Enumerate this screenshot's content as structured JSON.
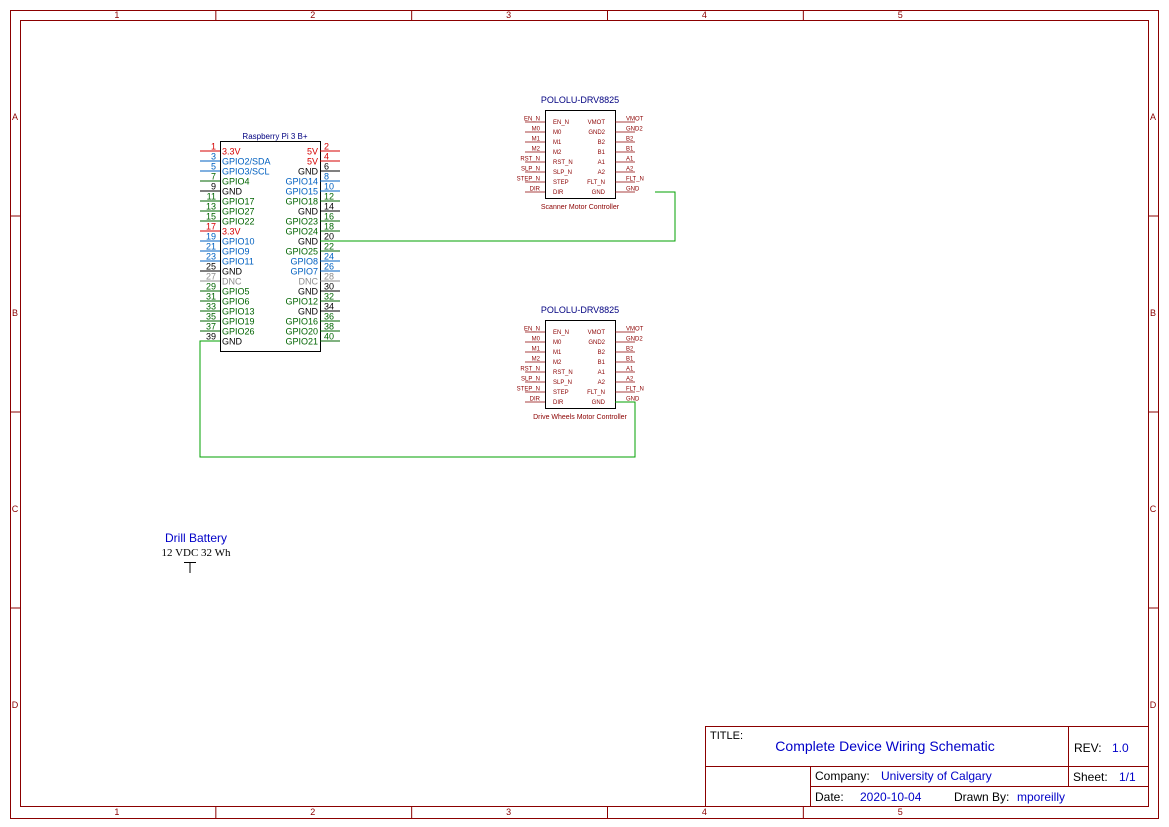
{
  "frame": {
    "columns": [
      "1",
      "2",
      "3",
      "4",
      "5"
    ],
    "rows": [
      "A",
      "B",
      "C",
      "D"
    ],
    "border_color": "#8b0000"
  },
  "colors": {
    "red": "#d40000",
    "blue": "#0060c0",
    "green": "#006400",
    "gray": "#8c8c8c",
    "black": "#000000",
    "wire": "#00a000",
    "component": "#8b0000",
    "title_blue": "#0000c8"
  },
  "rpi": {
    "title": "Raspberry Pi 3 B+",
    "pins": [
      {
        "num": "1",
        "label": "3.3V",
        "c": "red"
      },
      {
        "num": "2",
        "label": "5V",
        "c": "red"
      },
      {
        "num": "3",
        "label": "GPIO2/SDA",
        "c": "blue"
      },
      {
        "num": "4",
        "label": "5V",
        "c": "red"
      },
      {
        "num": "5",
        "label": "GPIO3/SCL",
        "c": "blue"
      },
      {
        "num": "6",
        "label": "GND",
        "c": "black"
      },
      {
        "num": "7",
        "label": "GPIO4",
        "c": "green"
      },
      {
        "num": "8",
        "label": "GPIO14",
        "c": "blue"
      },
      {
        "num": "9",
        "label": "GND",
        "c": "black"
      },
      {
        "num": "10",
        "label": "GPIO15",
        "c": "blue"
      },
      {
        "num": "11",
        "label": "GPIO17",
        "c": "green"
      },
      {
        "num": "12",
        "label": "GPIO18",
        "c": "green"
      },
      {
        "num": "13",
        "label": "GPIO27",
        "c": "green"
      },
      {
        "num": "14",
        "label": "GND",
        "c": "black"
      },
      {
        "num": "15",
        "label": "GPIO22",
        "c": "green"
      },
      {
        "num": "16",
        "label": "GPIO23",
        "c": "green"
      },
      {
        "num": "17",
        "label": "3.3V",
        "c": "red"
      },
      {
        "num": "18",
        "label": "GPIO24",
        "c": "green"
      },
      {
        "num": "19",
        "label": "GPIO10",
        "c": "blue"
      },
      {
        "num": "20",
        "label": "GND",
        "c": "black"
      },
      {
        "num": "21",
        "label": "GPIO9",
        "c": "blue"
      },
      {
        "num": "22",
        "label": "GPIO25",
        "c": "green"
      },
      {
        "num": "23",
        "label": "GPIO11",
        "c": "blue"
      },
      {
        "num": "24",
        "label": "GPIO8",
        "c": "blue"
      },
      {
        "num": "25",
        "label": "GND",
        "c": "black"
      },
      {
        "num": "26",
        "label": "GPIO7",
        "c": "blue"
      },
      {
        "num": "27",
        "label": "DNC",
        "c": "gray"
      },
      {
        "num": "28",
        "label": "DNC",
        "c": "gray"
      },
      {
        "num": "29",
        "label": "GPIO5",
        "c": "green"
      },
      {
        "num": "30",
        "label": "GND",
        "c": "black"
      },
      {
        "num": "31",
        "label": "GPIO6",
        "c": "green"
      },
      {
        "num": "32",
        "label": "GPIO12",
        "c": "green"
      },
      {
        "num": "33",
        "label": "GPIO13",
        "c": "green"
      },
      {
        "num": "34",
        "label": "GND",
        "c": "black"
      },
      {
        "num": "35",
        "label": "GPIO19",
        "c": "green"
      },
      {
        "num": "36",
        "label": "GPIO16",
        "c": "green"
      },
      {
        "num": "37",
        "label": "GPIO26",
        "c": "green"
      },
      {
        "num": "38",
        "label": "GPIO20",
        "c": "green"
      },
      {
        "num": "39",
        "label": "GND",
        "c": "black"
      },
      {
        "num": "40",
        "label": "GPIO21",
        "c": "green"
      }
    ]
  },
  "drivers": [
    {
      "title": "POLOLU-DRV8825",
      "caption": "Scanner Motor Controller",
      "left_outer": [
        "EN_N",
        "M0",
        "M1",
        "M2",
        "RST_N",
        "SLP_N",
        "STEP_N",
        "DIR"
      ],
      "left_inner": [
        "EN_N",
        "M0",
        "M1",
        "M2",
        "RST_N",
        "SLP_N",
        "STEP",
        "DIR"
      ],
      "right_inner": [
        "VMOT",
        "GND2",
        "B2",
        "B1",
        "A1",
        "A2",
        "FLT_N",
        "GND"
      ],
      "right_outer": [
        "VMOT",
        "GND2",
        "B2",
        "B1",
        "A1",
        "A2",
        "FLT_N",
        "GND"
      ]
    },
    {
      "title": "POLOLU-DRV8825",
      "caption": "Drive Wheels Motor Controller",
      "left_outer": [
        "EN_N",
        "M0",
        "M1",
        "M2",
        "RST_N",
        "SLP_N",
        "STEP_N",
        "DIR"
      ],
      "left_inner": [
        "EN_N",
        "M0",
        "M1",
        "M2",
        "RST_N",
        "SLP_N",
        "STEP",
        "DIR"
      ],
      "right_inner": [
        "VMOT",
        "GND2",
        "B2",
        "B1",
        "A1",
        "A2",
        "FLT_N",
        "GND"
      ],
      "right_outer": [
        "VMOT",
        "GND2",
        "B2",
        "B1",
        "A1",
        "A2",
        "FLT_N",
        "GND"
      ]
    }
  ],
  "battery": {
    "name": "Drill Battery",
    "value": "12 VDC 32 Wh"
  },
  "title_block": {
    "title_label": "TITLE:",
    "title": "Complete Device Wiring Schematic",
    "rev_label": "REV:",
    "rev": "1.0",
    "company_label": "Company:",
    "company": "University of Calgary",
    "sheet_label": "Sheet:",
    "sheet": "1/1",
    "date_label": "Date:",
    "date": "2020-10-04",
    "drawn_label": "Drawn By:",
    "drawn_by": "mporeilly"
  }
}
